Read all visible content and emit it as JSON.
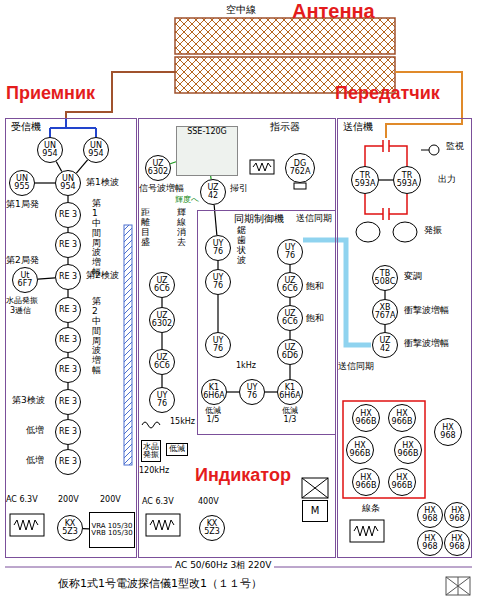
{
  "diagram": {
    "caption": "仮称1式1号電波探信儀1型改1（１１号）",
    "nodes": [
      {
        "text": [
          "受信機"
        ]
      },
      {
        "text": [
          "UN 954"
        ],
        "in": 0
      },
      {
        "text": [
          "UN 954"
        ],
        "in": 0
      },
      {
        "text": [
          "UN 955"
        ],
        "in": 0
      },
      {
        "text": [
          "UN 954"
        ],
        "in": 0
      },
      {
        "text": [
          "RE 3"
        ],
        "in": 0
      },
      {
        "text": [
          "RE 3"
        ],
        "in": 0
      },
      {
        "text": [
          "Ut 6F7"
        ],
        "in": 0
      },
      {
        "text": [
          "RE 3"
        ],
        "in": 0
      },
      {
        "text": [
          "RE 3"
        ],
        "in": 0
      },
      {
        "text": [
          "RE 3"
        ],
        "in": 0
      },
      {
        "text": [
          "RE 3"
        ],
        "in": 0
      },
      {
        "text": [
          "RE 3"
        ],
        "in": 0
      },
      {
        "text": [
          "RE 3"
        ],
        "in": 0
      },
      {
        "text": [
          "RE 3"
        ],
        "in": 0
      },
      {
        "text": [
          "KX 5Z3"
        ],
        "in": 0
      },
      {
        "text": [
          "VRA 105/30 VRB 105/30"
        ],
        "in": 0
      },
      {
        "text": [
          "指示器"
        ]
      },
      {
        "text": [
          "SSE-120G"
        ],
        "in": 17
      },
      {
        "text": [
          "UZ 6302"
        ],
        "in": 17
      },
      {
        "text": [
          "UZ 42"
        ],
        "in": 17
      },
      {
        "text": [
          "DG 762A"
        ],
        "in": 17
      },
      {
        "text": [
          "同期制御機"
        ],
        "in": 17
      },
      {
        "text": [
          "UY 76"
        ],
        "in": 22
      },
      {
        "text": [
          "UY 76"
        ],
        "in": 22
      },
      {
        "text": [
          "UY 76"
        ],
        "in": 22
      },
      {
        "text": [
          "UY 76"
        ],
        "in": 22
      },
      {
        "text": [
          "UZ 6C6"
        ],
        "in": 22
      },
      {
        "text": [
          "UZ 6C6"
        ],
        "in": 22
      },
      {
        "text": [
          "UZ 6D6"
        ],
        "in": 22
      },
      {
        "text": [
          "K1 6H6A"
        ],
        "in": 22
      },
      {
        "text": [
          "UY 76"
        ],
        "in": 22
      },
      {
        "text": [
          "K1 6H6A"
        ],
        "in": 22
      },
      {
        "text": [
          "UZ 6C6"
        ],
        "in": 17
      },
      {
        "text": [
          "UZ 6302"
        ],
        "in": 17
      },
      {
        "text": [
          "UZ 6C6"
        ],
        "in": 17
      },
      {
        "text": [
          "UY 76"
        ],
        "in": 17
      },
      {
        "text": [
          "水晶発振"
        ],
        "in": 17
      },
      {
        "text": [
          "低減"
        ],
        "in": 17
      },
      {
        "text": [
          "KX 5Z3"
        ],
        "in": 17
      },
      {
        "text": [
          "M"
        ],
        "in": 17
      },
      {
        "text": [
          "送信機"
        ]
      },
      {
        "text": [
          "TR 593A"
        ],
        "in": 41
      },
      {
        "text": [
          "TR 593A"
        ],
        "in": 41
      },
      {
        "text": [
          "TB 508C"
        ],
        "in": 41
      },
      {
        "text": [
          "XB 767A"
        ],
        "in": 41
      },
      {
        "text": [
          "UZ 42"
        ],
        "in": 41
      },
      {
        "text": [
          "HX 966B"
        ],
        "in": 41
      },
      {
        "text": [
          "HX 966B"
        ],
        "in": 41
      },
      {
        "text": [
          "HX 966B"
        ],
        "in": 41
      },
      {
        "text": [
          "HX 966B"
        ],
        "in": 41
      },
      {
        "text": [
          "HX 966B"
        ],
        "in": 41
      },
      {
        "text": [
          "HX 966B"
        ],
        "in": 41
      },
      {
        "text": [
          "HX 968"
        ],
        "in": 41
      },
      {
        "text": [
          "HX 968"
        ],
        "in": 41
      },
      {
        "text": [
          "HX 968"
        ],
        "in": 41
      },
      {
        "text": [
          "HX 968"
        ],
        "in": 41
      },
      {
        "text": [
          "HX 968"
        ],
        "in": 41
      }
    ],
    "edges": [
      {
        "from": 1,
        "to": 4,
        "arrow": "none"
      },
      {
        "from": 2,
        "to": 4,
        "arrow": "none"
      },
      {
        "from": 3,
        "to": 4,
        "arrow": "none"
      },
      {
        "from": 4,
        "to": 5,
        "arrow": "none"
      },
      {
        "from": 5,
        "to": 6,
        "arrow": "none"
      },
      {
        "from": 6,
        "to": 8,
        "arrow": "none"
      },
      {
        "from": 7,
        "to": 8,
        "arrow": "none"
      },
      {
        "from": 8,
        "to": 9,
        "arrow": "none"
      },
      {
        "from": 9,
        "to": 10,
        "arrow": "none"
      },
      {
        "from": 10,
        "to": 11,
        "arrow": "none"
      },
      {
        "from": 11,
        "to": 12,
        "arrow": "none"
      },
      {
        "from": 12,
        "to": 13,
        "arrow": "none"
      },
      {
        "from": 13,
        "to": 14,
        "arrow": "none"
      },
      {
        "from": 15,
        "to": 16,
        "arrow": "none"
      },
      {
        "from": 19,
        "to": 18,
        "arrow": "none"
      },
      {
        "from": 20,
        "to": 18,
        "arrow": "none"
      },
      {
        "from": 36,
        "to": 35,
        "arrow": "none"
      },
      {
        "from": 35,
        "to": 34,
        "arrow": "none"
      },
      {
        "from": 34,
        "to": 33,
        "arrow": "none"
      },
      {
        "from": 25,
        "to": 24,
        "arrow": "none"
      },
      {
        "from": 24,
        "to": 23,
        "arrow": "none"
      },
      {
        "from": 23,
        "to": 20,
        "arrow": "none"
      },
      {
        "from": 30,
        "to": 31,
        "arrow": "none"
      },
      {
        "from": 31,
        "to": 32,
        "arrow": "none"
      },
      {
        "from": 26,
        "to": 27,
        "arrow": "none"
      },
      {
        "from": 27,
        "to": 28,
        "arrow": "none"
      },
      {
        "from": 28,
        "to": 29,
        "arrow": "none"
      },
      {
        "from": 29,
        "to": 32,
        "arrow": "none"
      },
      {
        "from": 44,
        "to": 45,
        "arrow": "none"
      },
      {
        "from": 45,
        "to": 46,
        "arrow": "none"
      },
      {
        "from": 42,
        "to": 43,
        "arrow": "none"
      }
    ],
    "labels": [
      "Антенна",
      "空中線",
      "Приемник",
      "Передатчик",
      "第1局発",
      "第1検波",
      "第1中間周波増幅",
      "第2局発",
      "水晶発振",
      "3逓信",
      "第2検波",
      "第2中間周波増幅",
      "第3検波",
      "低増",
      "低増",
      "AC 6.3V",
      "200V",
      "200V",
      "信号波増幅",
      "掃引",
      "輝度へ",
      "距離目盛",
      "輝線消去",
      "鋸歯状波",
      "送信同期",
      "飽和",
      "飽和",
      "1kHz",
      "低減 1/5",
      "低減 1/3",
      "15kHz",
      "120kHz",
      "AC 6.3V",
      "400V",
      "Индикатор",
      "監視",
      "出力",
      "発振",
      "変調",
      "衝撃波増幅",
      "衝撃波増幅",
      "送信同期",
      "線条",
      "AC 50/60Hz 3相 220V"
    ]
  }
}
